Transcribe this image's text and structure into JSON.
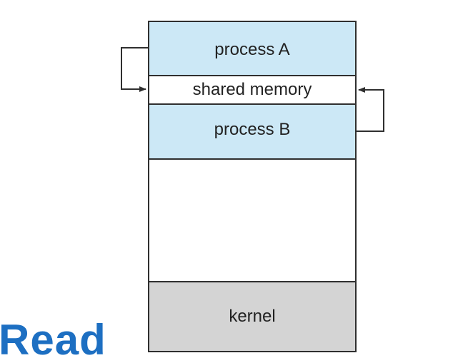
{
  "diagram": {
    "segments": {
      "process_a": "process A",
      "shared_memory": "shared memory",
      "process_b": "process B",
      "free_space": "",
      "kernel": "kernel"
    }
  },
  "partial_heading": "Read",
  "colors": {
    "process_fill": "#cce8f6",
    "kernel_fill": "#d4d4d4",
    "border": "#2f2f2f",
    "heading": "#1d6fc2"
  }
}
